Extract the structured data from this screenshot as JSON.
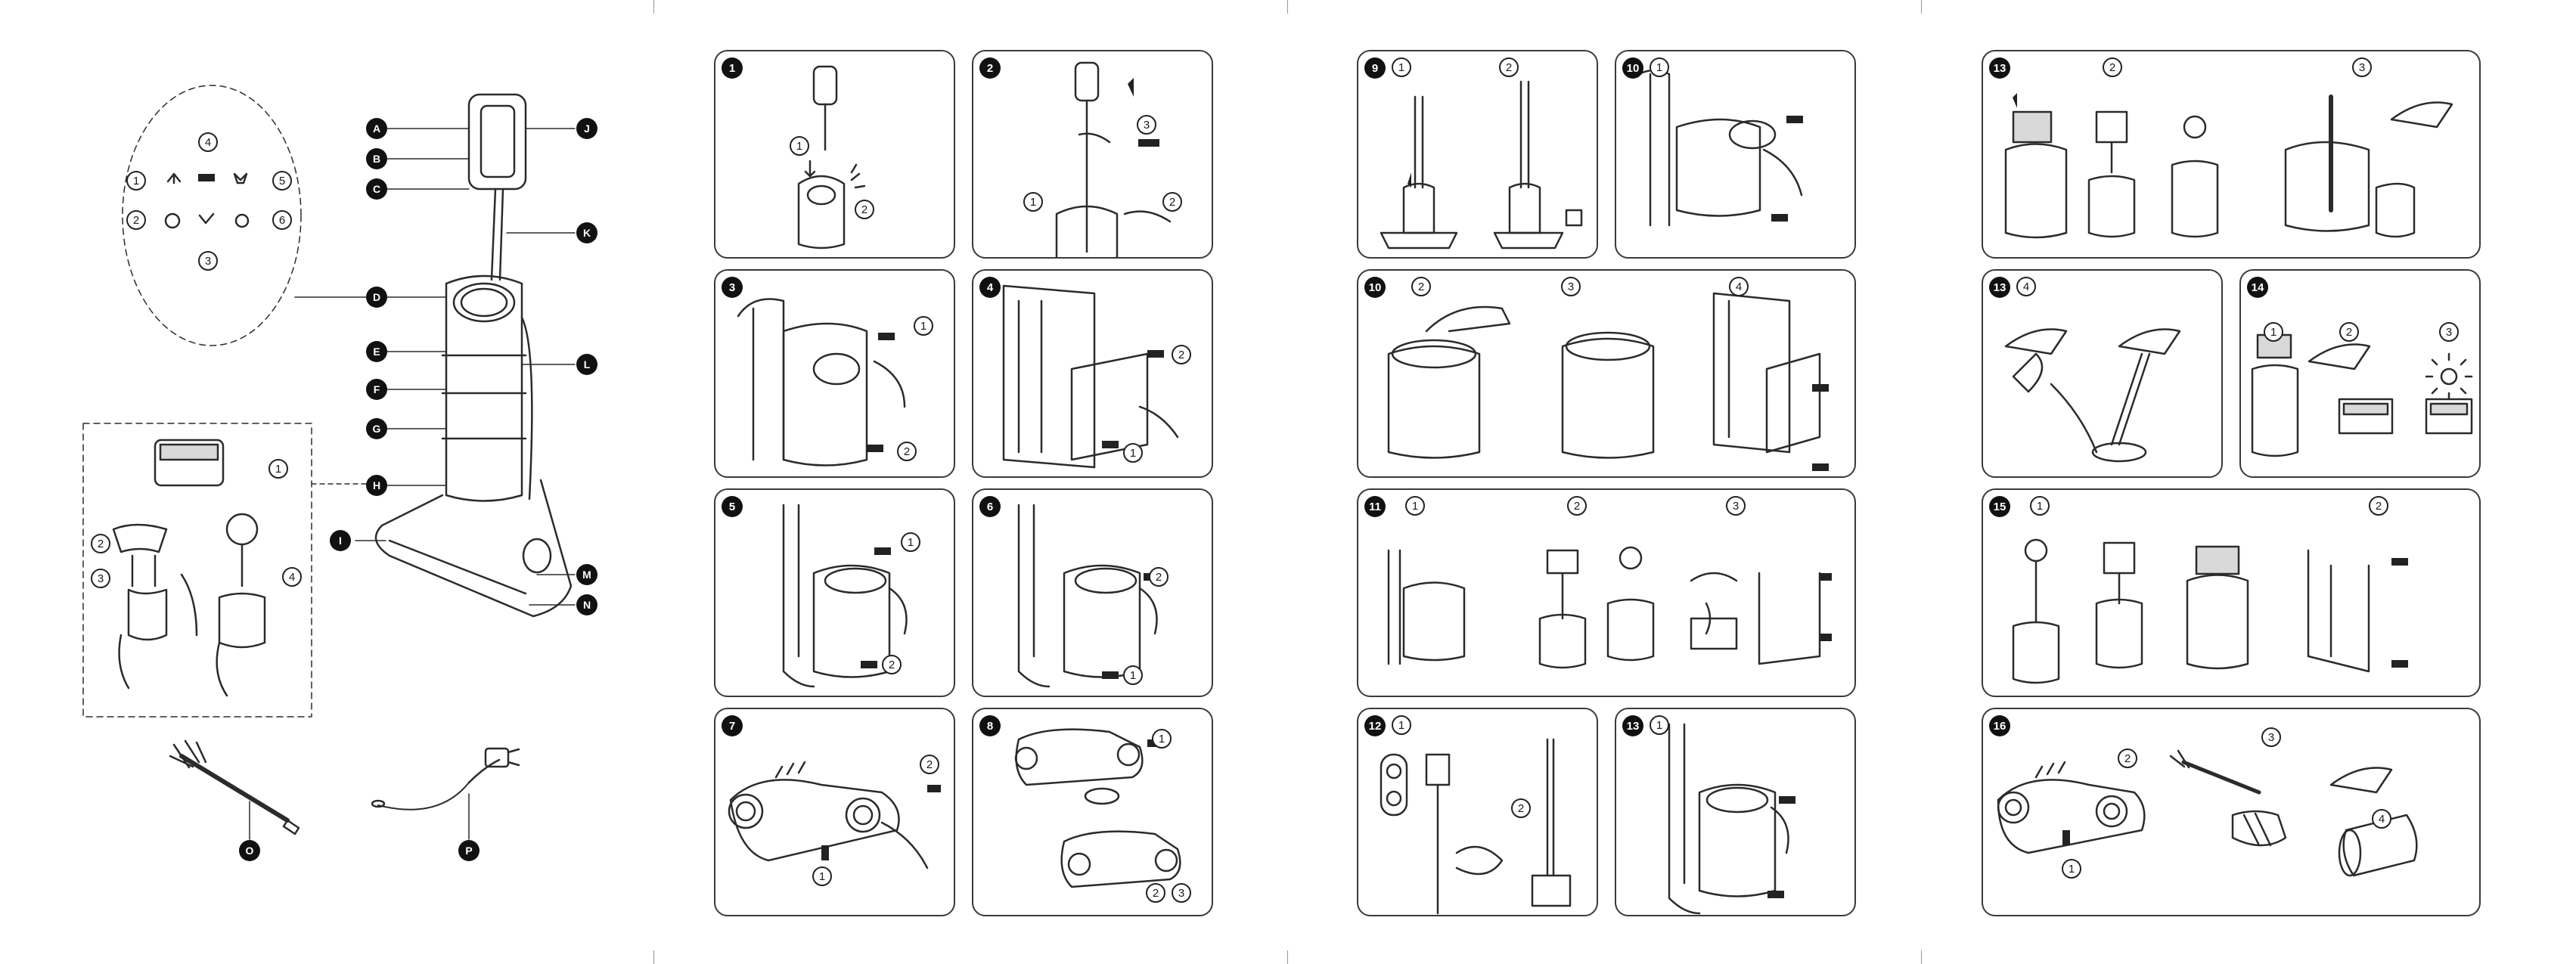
{
  "overview": {
    "parts": [
      "A",
      "B",
      "C",
      "D",
      "E",
      "F",
      "G",
      "H",
      "I",
      "J",
      "K",
      "L",
      "M",
      "N",
      "O",
      "P"
    ],
    "indicators": [
      "1",
      "2",
      "3",
      "4",
      "5",
      "6"
    ],
    "cleaning_steps": [
      "1",
      "2",
      "3",
      "4"
    ]
  },
  "panels": [
    {
      "step": "1",
      "subs": [
        "1",
        "2"
      ]
    },
    {
      "step": "2",
      "subs": [
        "1",
        "2",
        "3"
      ]
    },
    {
      "step": "3",
      "subs": [
        "1",
        "2"
      ]
    },
    {
      "step": "4",
      "subs": [
        "1",
        "2"
      ]
    },
    {
      "step": "5",
      "subs": [
        "1",
        "2"
      ]
    },
    {
      "step": "6",
      "subs": [
        "1",
        "2"
      ]
    },
    {
      "step": "7",
      "subs": [
        "1",
        "2"
      ]
    },
    {
      "step": "8",
      "subs": [
        "1",
        "2",
        "3"
      ]
    },
    {
      "step": "9",
      "subs": [
        "1",
        "2"
      ]
    },
    {
      "step": "10",
      "subs": [
        "1"
      ]
    },
    {
      "step": "10",
      "subs": [
        "2",
        "3",
        "4"
      ]
    },
    {
      "step": "11",
      "subs": [
        "1",
        "2",
        "3"
      ]
    },
    {
      "step": "12",
      "subs": [
        "1",
        "2"
      ]
    },
    {
      "step": "13",
      "subs": [
        "1"
      ]
    },
    {
      "step": "13",
      "subs": [
        "2",
        "3"
      ]
    },
    {
      "step": "13",
      "subs": [
        "4"
      ]
    },
    {
      "step": "14",
      "subs": [
        "1",
        "2",
        "3"
      ]
    },
    {
      "step": "15",
      "subs": [
        "1",
        "2"
      ]
    },
    {
      "step": "16",
      "subs": [
        "1",
        "2",
        "3",
        "4"
      ]
    }
  ]
}
